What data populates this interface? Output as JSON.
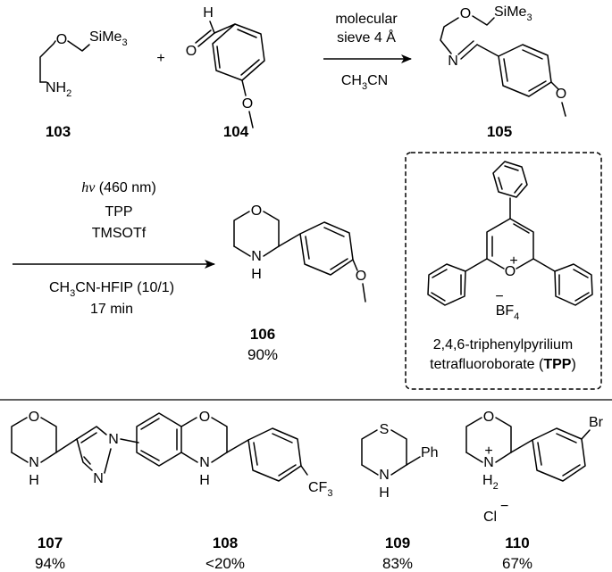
{
  "compounds": {
    "c103": {
      "id": "103"
    },
    "c104": {
      "id": "104"
    },
    "c105": {
      "id": "105"
    },
    "c106": {
      "id": "106",
      "yield": "90%"
    },
    "c107": {
      "id": "107",
      "yield": "94%"
    },
    "c108": {
      "id": "108",
      "yield": "<20%"
    },
    "c109": {
      "id": "109",
      "yield": "83%"
    },
    "c110": {
      "id": "110",
      "yield": "67%"
    }
  },
  "plus": "+",
  "step1": {
    "line1": "molecular",
    "line2": "sieve 4 Å",
    "solvent": "CH",
    "solvent_sub": "3",
    "solvent_end": "CN"
  },
  "step2": {
    "light_italic": "hν",
    "light_rest": " (460 nm)",
    "reagent1": "TPP",
    "reagent2": "TMSOTf",
    "solvent_a": "CH",
    "solvent_sub": "3",
    "solvent_b": "CN-HFIP (10/1)",
    "time": "17 min"
  },
  "catalyst": {
    "name_line1": "2,4,6-triphenylpyrilium",
    "name_line2_pre": "tetrafluoroborate (",
    "name_abbr": "TPP",
    "name_line2_post": ")"
  },
  "atoms": {
    "O": "O",
    "N": "N",
    "H": "H",
    "S": "S",
    "Si": "SiMe",
    "Si_sub": "3",
    "NH2": "NH",
    "NH2_sub": "2",
    "Ph": "Ph",
    "Br": "Br",
    "CF3": "CF",
    "CF3_sub": "3",
    "BF4": "BF",
    "BF4_sub": "4",
    "Cl": "Cl",
    "plus_charge": "+",
    "minus_charge": "−"
  }
}
